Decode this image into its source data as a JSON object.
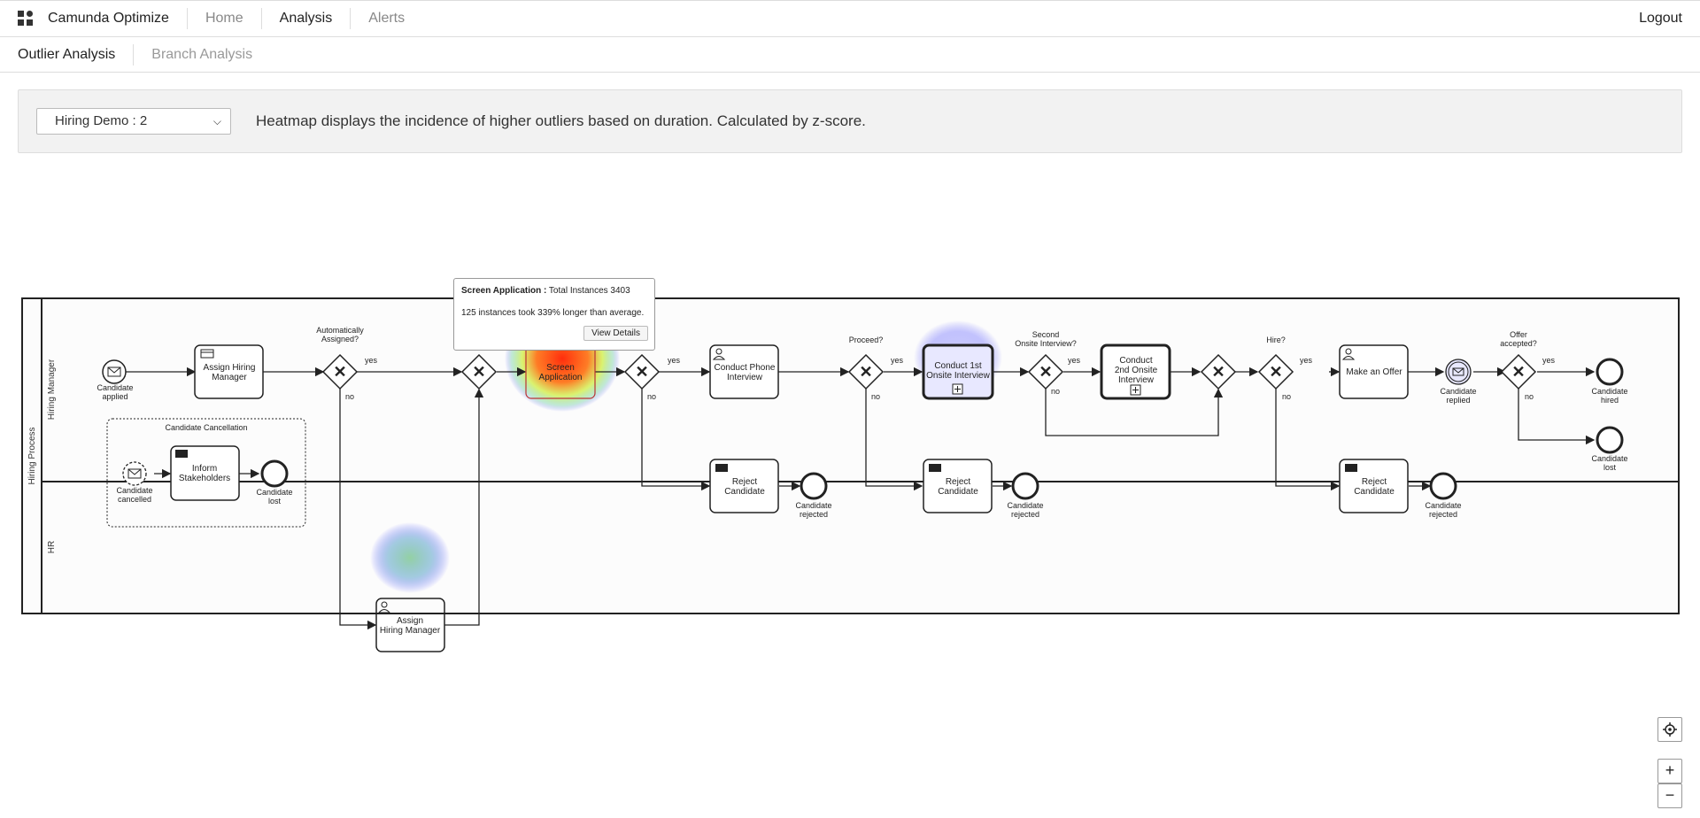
{
  "header": {
    "brand": "Camunda Optimize",
    "nav": [
      {
        "label": "Home"
      },
      {
        "label": "Analysis"
      },
      {
        "label": "Alerts"
      }
    ],
    "logout_label": "Logout"
  },
  "subnav": {
    "tabs": [
      {
        "label": "Outlier Analysis"
      },
      {
        "label": "Branch Analysis"
      }
    ]
  },
  "controls": {
    "process_select_value": "Hiring Demo : 2",
    "description": "Heatmap displays the incidence of higher outliers based on duration. Calculated by z-score."
  },
  "diagram": {
    "pool_label": "Hiring Process",
    "lanes": [
      "Hiring Manager",
      "HR"
    ],
    "events": {
      "candidate_applied": [
        "Candidate",
        "applied"
      ],
      "candidate_cancelled": [
        "Candidate",
        "cancelled"
      ],
      "candidate_lost_1": [
        "Candidate",
        "lost"
      ],
      "candidate_rejected_1": [
        "Candidate",
        "rejected"
      ],
      "candidate_rejected_2": [
        "Candidate",
        "rejected"
      ],
      "candidate_rejected_3": [
        "Candidate",
        "rejected"
      ],
      "candidate_replied": [
        "Candidate",
        "replied"
      ],
      "candidate_hired": [
        "Candidate",
        "hired"
      ],
      "candidate_lost_2": [
        "Candidate",
        "lost"
      ]
    },
    "tasks": {
      "assign_hiring_manager": [
        "Assign Hiring",
        "Manager"
      ],
      "inform_stakeholders": [
        "Inform",
        "Stakeholders"
      ],
      "screen_application": [
        "Screen",
        "Application"
      ],
      "conduct_phone_interview": [
        "Conduct Phone",
        "Interview"
      ],
      "reject_candidate_1": [
        "Reject",
        "Candidate"
      ],
      "reject_candidate_2": [
        "Reject",
        "Candidate"
      ],
      "reject_candidate_3": [
        "Reject",
        "Candidate"
      ],
      "conduct_1st_onsite": [
        "Conduct 1st",
        "Onsite Interview"
      ],
      "conduct_2nd_onsite": [
        "Conduct",
        "2nd Onsite",
        "Interview"
      ],
      "make_an_offer": [
        "Make an Offer"
      ],
      "assign_hiring_manager_hr": [
        "Assign",
        "Hiring Manager"
      ]
    },
    "subprocess_label": "Candidate Cancellation",
    "gateways": {
      "auto_assigned": [
        "Automatically",
        "Assigned?"
      ],
      "proceed": [
        "Proceed?"
      ],
      "second_onsite": [
        "Second",
        "Onsite Interview?"
      ],
      "hire": [
        "Hire?"
      ],
      "offer_accepted": [
        "Offer",
        "accepted?"
      ]
    },
    "yes_label": "yes",
    "no_label": "no"
  },
  "tooltip": {
    "title": "Screen Application :",
    "total": " Total Instances 3403",
    "line2": "125 instances took 339% longer than average.",
    "button_label": "View Details"
  },
  "zoom": {
    "reset_icon": "crosshair-icon",
    "plus_label": "+",
    "minus_label": "−"
  },
  "colors": {
    "heat_hot": "#ff3300",
    "heat_cool": "#3333ff",
    "heat_mid": "#66cc66"
  }
}
